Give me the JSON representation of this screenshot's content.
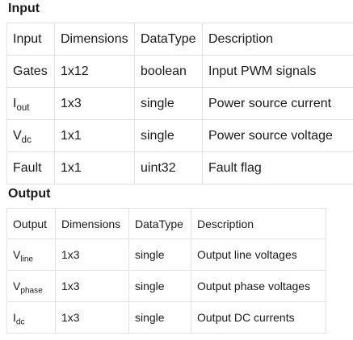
{
  "input": {
    "heading": "Input",
    "headers": [
      "Input",
      "Dimensions",
      "DataType",
      "Description"
    ],
    "rows": [
      {
        "name": "Gates",
        "sub": "",
        "dimensions": "1x12",
        "datatype": "boolean",
        "description": "Input PWM signals"
      },
      {
        "name": "I",
        "sub": "out",
        "dimensions": "1x3",
        "datatype": "single",
        "description": "Power source current"
      },
      {
        "name": "V",
        "sub": "dc",
        "dimensions": "1x1",
        "datatype": "single",
        "description": "Power source voltage"
      },
      {
        "name": "Fault",
        "sub": "",
        "dimensions": "1x1",
        "datatype": "uint32",
        "description": "Fault flag"
      }
    ]
  },
  "output": {
    "heading": "Output",
    "headers": [
      "Output",
      "Dimensions",
      "DataType",
      "Description"
    ],
    "rows": [
      {
        "name": "V",
        "sub": "line",
        "dimensions": "1x3",
        "datatype": "single",
        "description": "Output line voltages"
      },
      {
        "name": "V",
        "sub": "phase",
        "dimensions": "1x3",
        "datatype": "single",
        "description": "Output phase voltages"
      },
      {
        "name": "I",
        "sub": "dc",
        "dimensions": "1x3",
        "datatype": "single",
        "description": "Output DC currents"
      }
    ]
  }
}
